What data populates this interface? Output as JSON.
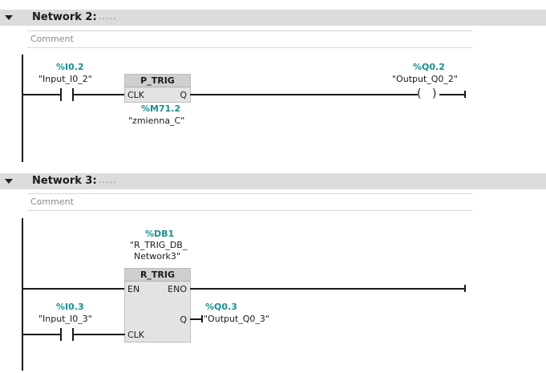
{
  "networks": [
    {
      "title": "Network 2:",
      "dots": ".....",
      "comment": "Comment",
      "contact": {
        "address": "%I0.2",
        "tag": "\"Input_I0_2\""
      },
      "block": {
        "title": "P_TRIG",
        "pin_clk": "CLK",
        "pin_q": "Q",
        "below_address": "%M71.2",
        "below_tag": "\"zmienna_C\""
      },
      "coil": {
        "address": "%Q0.2",
        "tag": "\"Output_Q0_2\""
      }
    },
    {
      "title": "Network 3:",
      "dots": ".....",
      "comment": "Comment",
      "instance": {
        "address": "%DB1",
        "tag_line1": "\"R_TRIG_DB_",
        "tag_line2": "Network3\""
      },
      "block": {
        "title": "R_TRIG",
        "pin_en": "EN",
        "pin_eno": "ENO",
        "pin_q": "Q",
        "pin_clk": "CLK"
      },
      "contact": {
        "address": "%I0.3",
        "tag": "\"Input_I0_3\""
      },
      "output": {
        "address": "%Q0.3",
        "tag": "\"Output_Q0_3\""
      }
    }
  ]
}
